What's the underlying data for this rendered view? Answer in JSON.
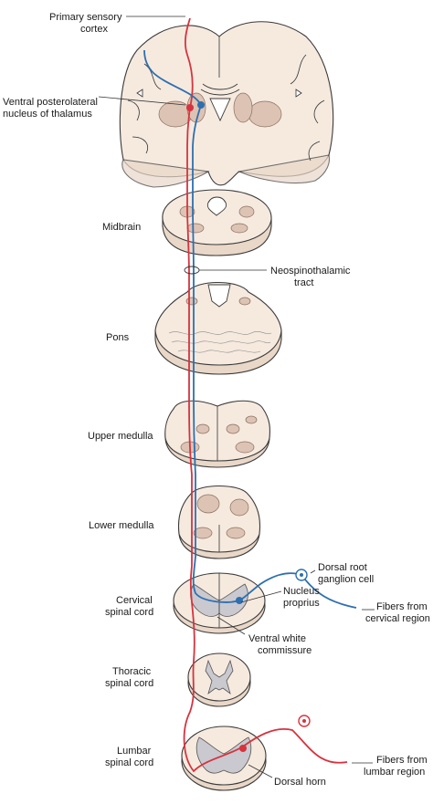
{
  "labels": {
    "primary_sensory_cortex_1": "Primary sensory",
    "primary_sensory_cortex_2": "cortex",
    "vpl_1": "Ventral posterolateral",
    "vpl_2": "nucleus of thalamus",
    "midbrain": "Midbrain",
    "neospinothalamic_1": "Neospinothalamic",
    "neospinothalamic_2": "tract",
    "pons": "Pons",
    "upper_medulla": "Upper medulla",
    "lower_medulla": "Lower medulla",
    "cervical_1": "Cervical",
    "cervical_2": "spinal cord",
    "dorsal_root_1": "Dorsal root",
    "dorsal_root_2": "ganglion cell",
    "nucleus_proprius_1": "Nucleus",
    "nucleus_proprius_2": "proprius",
    "fibers_cervical_1": "Fibers from",
    "fibers_cervical_2": "cervical region",
    "ventral_white_1": "Ventral white",
    "ventral_white_2": "commissure",
    "thoracic_1": "Thoracic",
    "thoracic_2": "spinal cord",
    "lumbar_1": "Lumbar",
    "lumbar_2": "spinal cord",
    "dorsal_horn": "Dorsal horn",
    "fibers_lumbar_1": "Fibers from",
    "fibers_lumbar_2": "lumbar region"
  },
  "colors": {
    "red_pathway": "#d6333f",
    "blue_pathway": "#2e6fb0",
    "tissue": "#f6eadf",
    "gray_matter": "#dcc3b3"
  }
}
